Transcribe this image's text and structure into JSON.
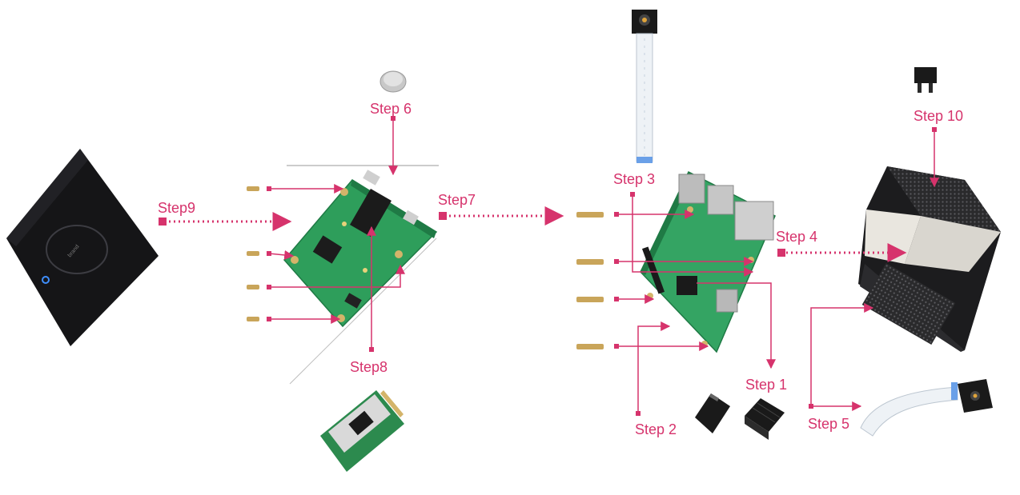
{
  "colors": {
    "accent": "#d6336c",
    "pcb_green": "#2e9e5b",
    "case_black": "#1c1c1e",
    "guide_gray": "#9a9a9a"
  },
  "steps": {
    "step1": "Step 1",
    "step2": "Step 2",
    "step3": "Step 3",
    "step4": "Step 4",
    "step5": "Step 5",
    "step6": "Step 6",
    "step7": "Step7",
    "step8": "Step8",
    "step9": "Step9",
    "step10": "Step 10"
  },
  "components": [
    "monitor-panel-icon",
    "coin-battery-icon",
    "expansion-board-icon",
    "msata-ssd-icon",
    "camera-module-icon",
    "ribbon-cable-icon",
    "raspberry-pi-board-icon",
    "microsd-card-icon",
    "heatsink-icon",
    "case-enclosure-icon",
    "power-plug-icon",
    "standoff-screw-icon"
  ]
}
